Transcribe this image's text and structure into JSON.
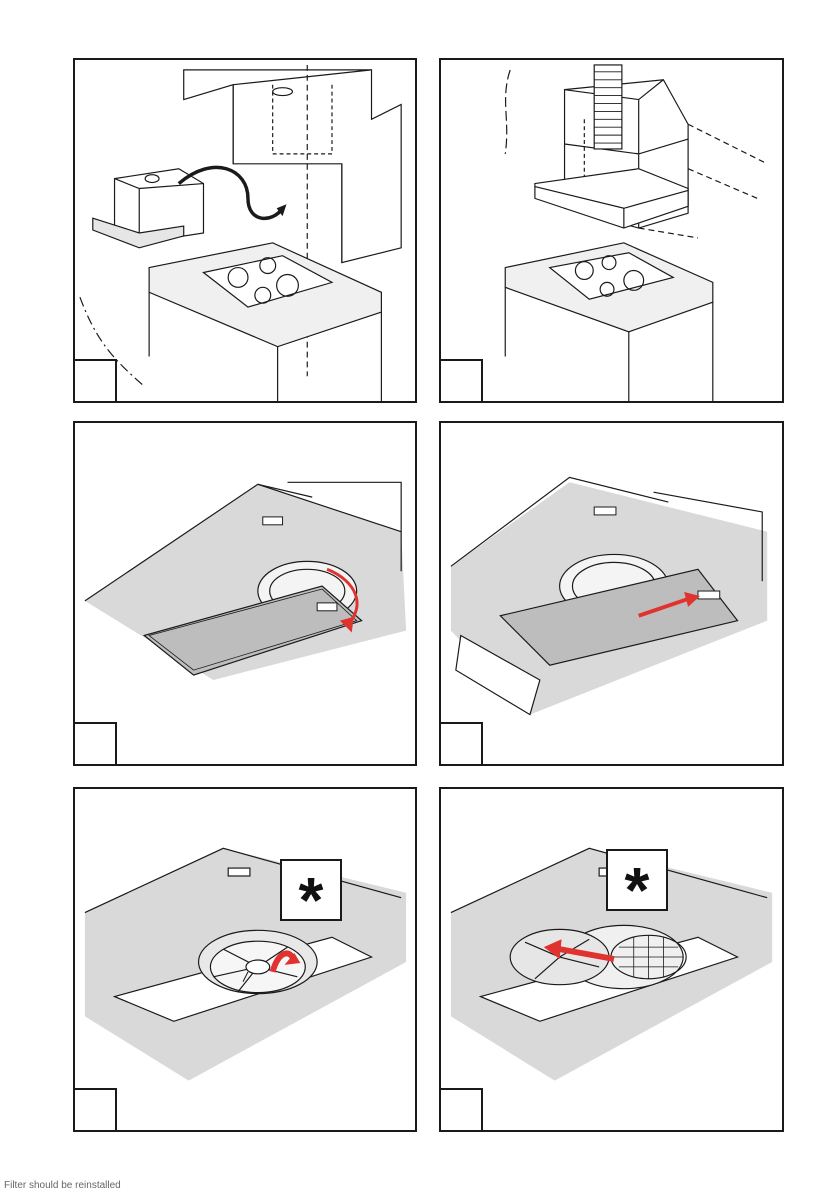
{
  "panels": [
    {
      "id": "p1",
      "step": "",
      "note": ""
    },
    {
      "id": "p2",
      "step": "",
      "note": ""
    },
    {
      "id": "p3",
      "step": "",
      "note": ""
    },
    {
      "id": "p4",
      "step": "",
      "note": ""
    },
    {
      "id": "p5",
      "step": "",
      "note": "*"
    },
    {
      "id": "p6",
      "step": "",
      "note": "*"
    }
  ],
  "colors": {
    "line": "#1a1a1a",
    "gray": "#d9d9d9",
    "arrow": "#e0332f"
  },
  "footer": "Filter should be reinstalled"
}
